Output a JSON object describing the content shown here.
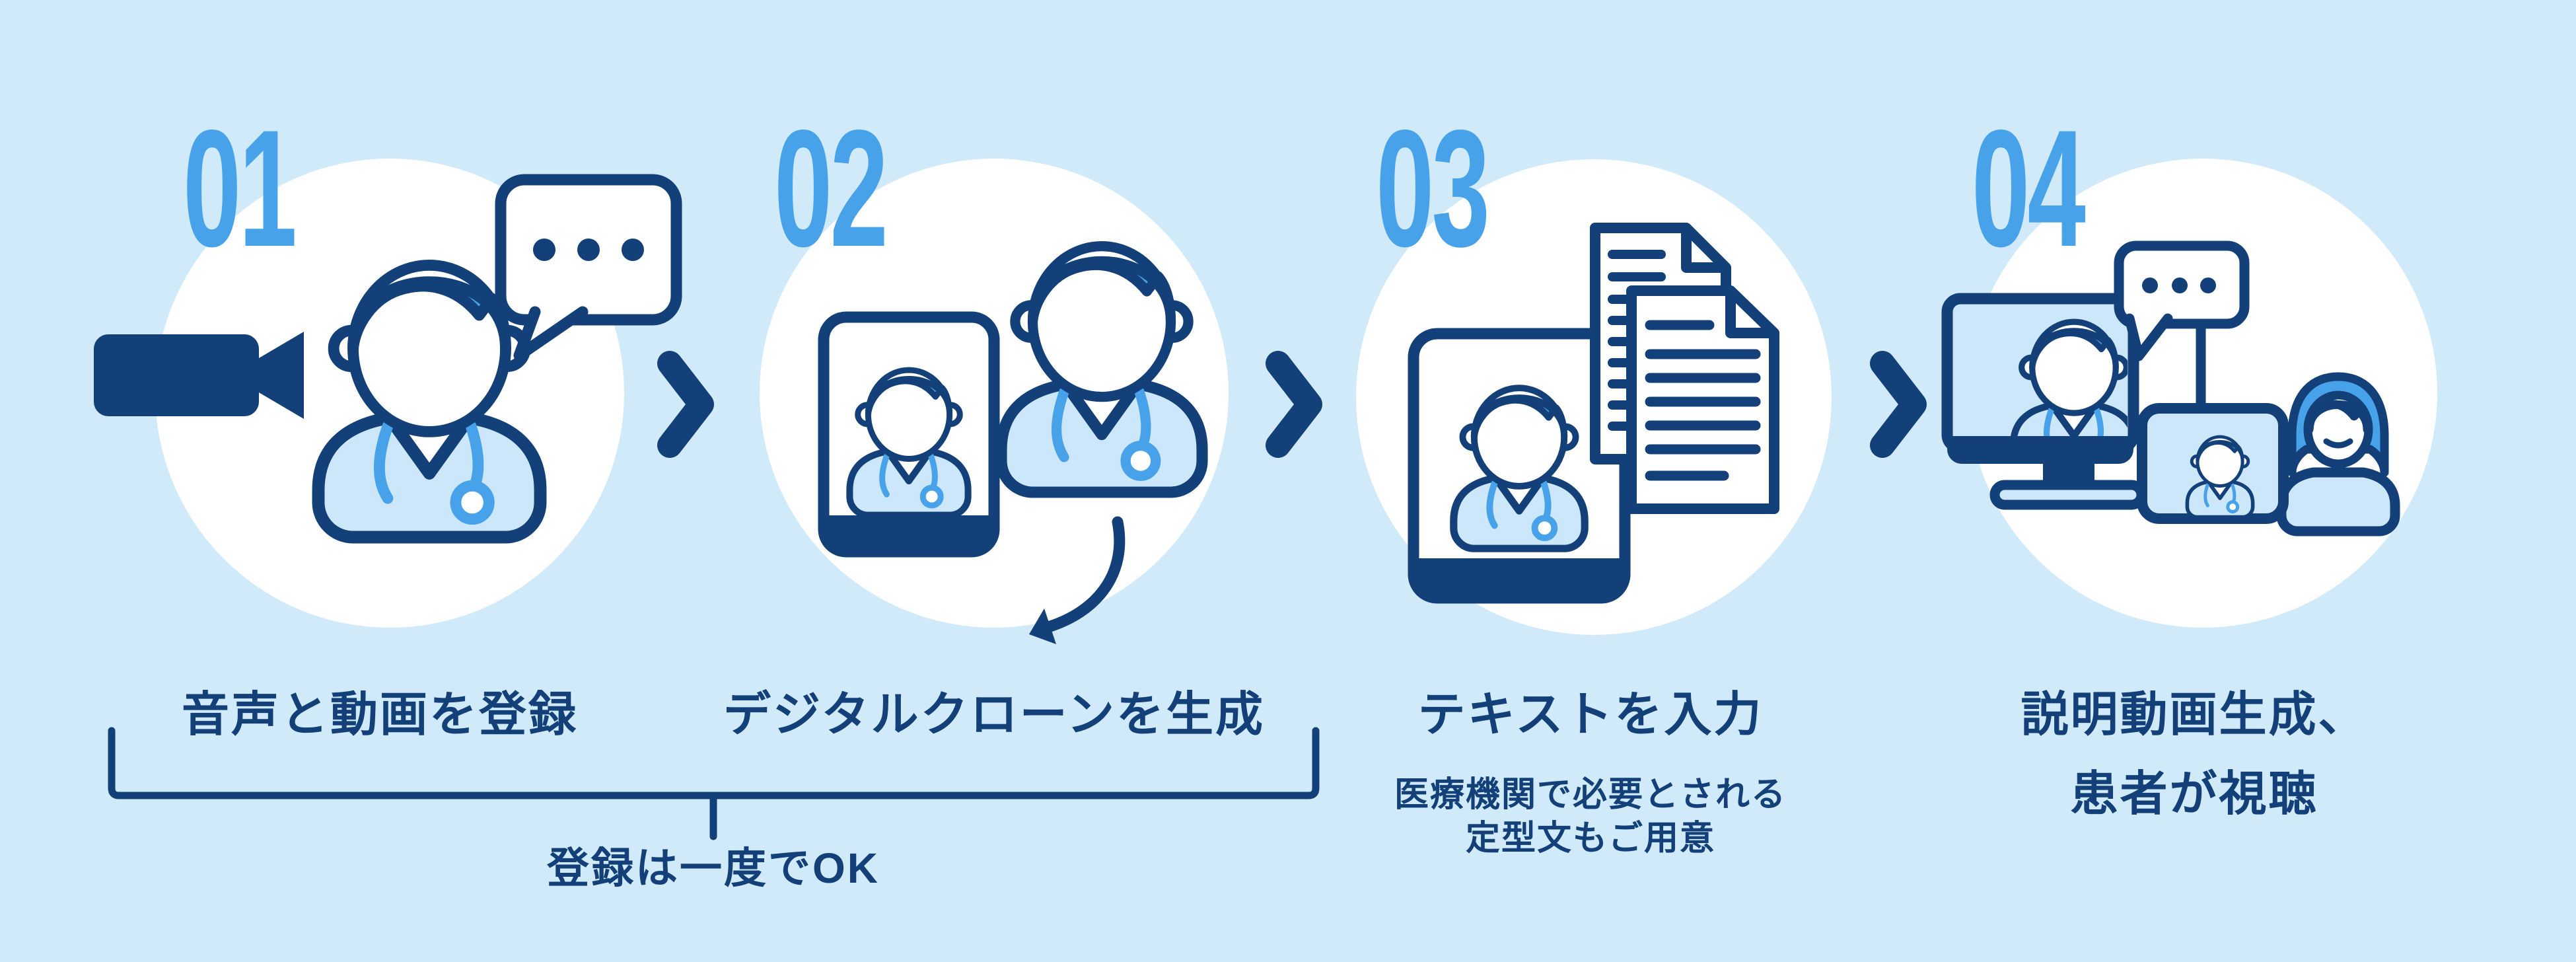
{
  "colors": {
    "background": "#d0eafa",
    "accent_blue": "#47a2e9",
    "navy": "#134078",
    "light_fill": "#cce7f9",
    "circle": "#ffffff"
  },
  "steps": [
    {
      "number": "01",
      "title": "音声と動画を登録",
      "icon": "video-camera-doctor-speech-bubble"
    },
    {
      "number": "02",
      "title": "デジタルクローンを生成",
      "icon": "tablet-doctor-clone-arrow"
    },
    {
      "number": "03",
      "title": "テキストを入力",
      "note": {
        "line1": "医療機関で必要とされる",
        "line2": "定型文もご用意"
      },
      "icon": "tablet-doctor-documents"
    },
    {
      "number": "04",
      "title": {
        "line1": "説明動画生成、",
        "line2": "患者が視聴"
      },
      "icon": "monitor-doctor-patient-viewing"
    }
  ],
  "bracket": {
    "label": "登録は一度でOK"
  }
}
